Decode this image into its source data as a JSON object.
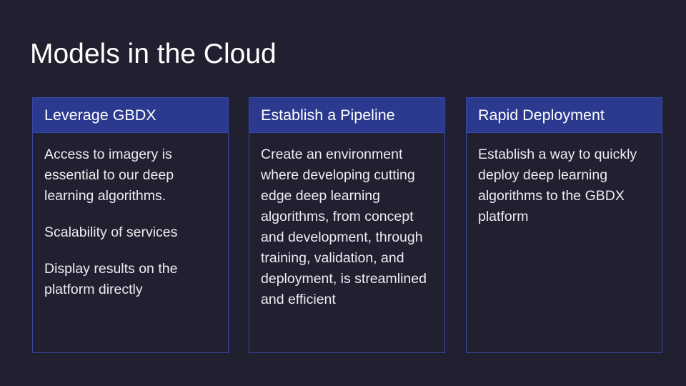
{
  "title": "Models in the Cloud",
  "colors": {
    "background": "#202030",
    "header_fill": "#2b3a8f",
    "border": "#3a46a8",
    "text": "#ffffff"
  },
  "cards": [
    {
      "header": "Leverage GBDX",
      "paragraphs": [
        "Access to imagery is essential to our deep learning algorithms.",
        "Scalability of services",
        "Display results on the platform directly"
      ]
    },
    {
      "header": "Establish a Pipeline",
      "paragraphs": [
        "Create an environment where developing cutting edge deep learning algorithms, from concept and development, through training, validation, and deployment, is streamlined and efficient"
      ]
    },
    {
      "header": "Rapid Deployment",
      "paragraphs": [
        "Establish a way to quickly deploy deep learning algorithms to the GBDX platform"
      ]
    }
  ]
}
